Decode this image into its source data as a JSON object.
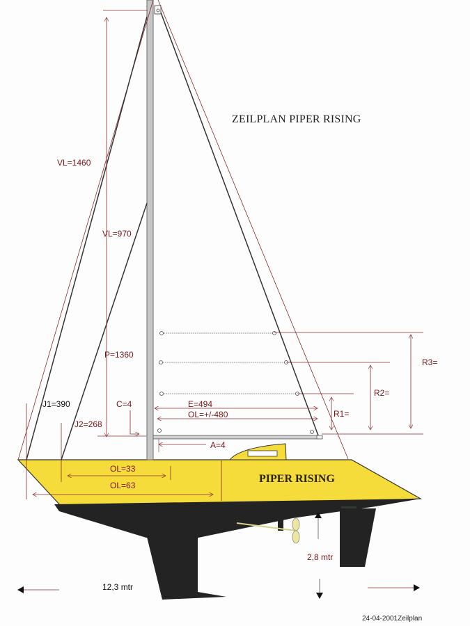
{
  "title": "ZEILPLAN PIPER RISING",
  "hull_name": "PIPER RISING",
  "footer": "24-04-2001Zeilplan",
  "colors": {
    "hull_yellow": "#f5dc3a",
    "underwater_black": "#222222",
    "dimension_red": "#8b2a2a",
    "label_red": "#7a1414",
    "rig_grey": "#9a9a9a"
  },
  "dimensions": {
    "vl_forestay": "VL=1460",
    "vl_inner": "VL=970",
    "p_mainsail_luff": "P=1360",
    "j1": "J1=390",
    "j2": "J2=268",
    "c": "C=4",
    "e_boom": "E=494",
    "ol_foot": "OL=+/-480",
    "a": "A=4",
    "ol_33": "OL=33",
    "ol_63": "OL=63",
    "r1": "R1=",
    "r2": "R2=",
    "r3": "R3="
  },
  "overall": {
    "length": "12,3 mtr",
    "draft": "2,8 mtr"
  }
}
